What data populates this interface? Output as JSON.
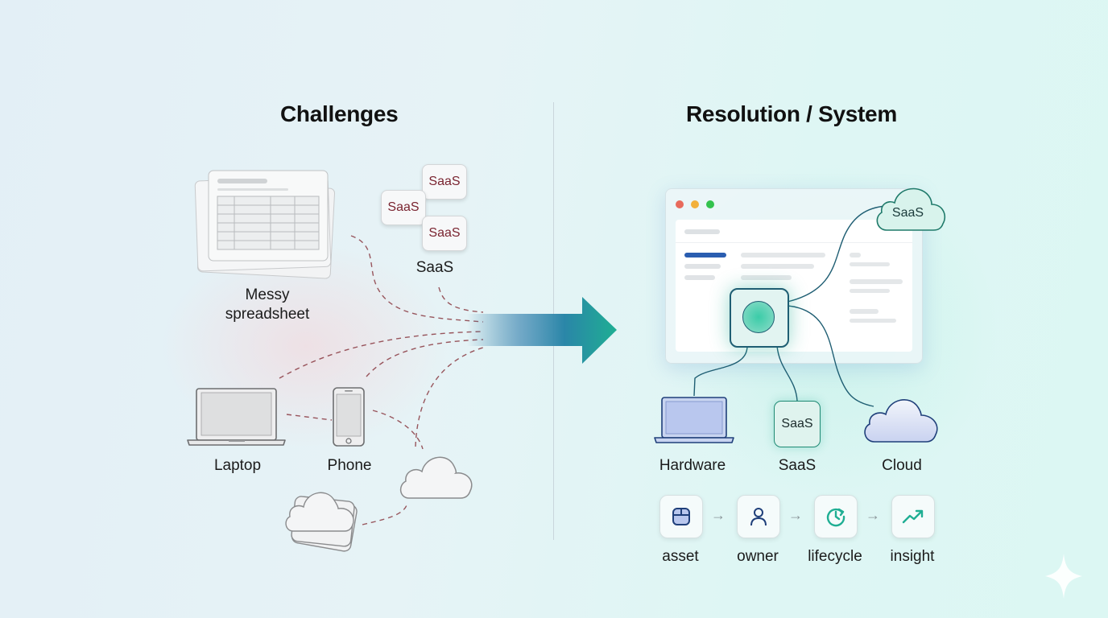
{
  "left": {
    "heading": "Challenges",
    "spreadsheet_label_line1": "Messy",
    "spreadsheet_label_line2": "spreadsheet",
    "saas_tags": [
      "SaaS",
      "SaaS",
      "SaaS"
    ],
    "saas_label": "SaaS",
    "laptop_label": "Laptop",
    "phone_label": "Phone"
  },
  "right": {
    "heading": "Resolution / System",
    "cloud_badge": "SaaS",
    "categories": [
      {
        "label": "Hardware",
        "icon": "laptop-icon"
      },
      {
        "label": "SaaS",
        "icon": "saas-box-icon",
        "box_text": "SaaS"
      },
      {
        "label": "Cloud",
        "icon": "cloud-icon"
      }
    ],
    "flow": [
      {
        "label": "asset",
        "icon": "asset-box-icon"
      },
      {
        "label": "owner",
        "icon": "user-icon"
      },
      {
        "label": "lifecycle",
        "icon": "clock-refresh-icon"
      },
      {
        "label": "insight",
        "icon": "trend-up-icon"
      }
    ],
    "flow_arrow": "→"
  },
  "colors": {
    "accent_teal": "#1fae93",
    "accent_blue": "#2a5db0",
    "saas_text": "#7a2430",
    "dashed_line": "#8a3a42"
  }
}
